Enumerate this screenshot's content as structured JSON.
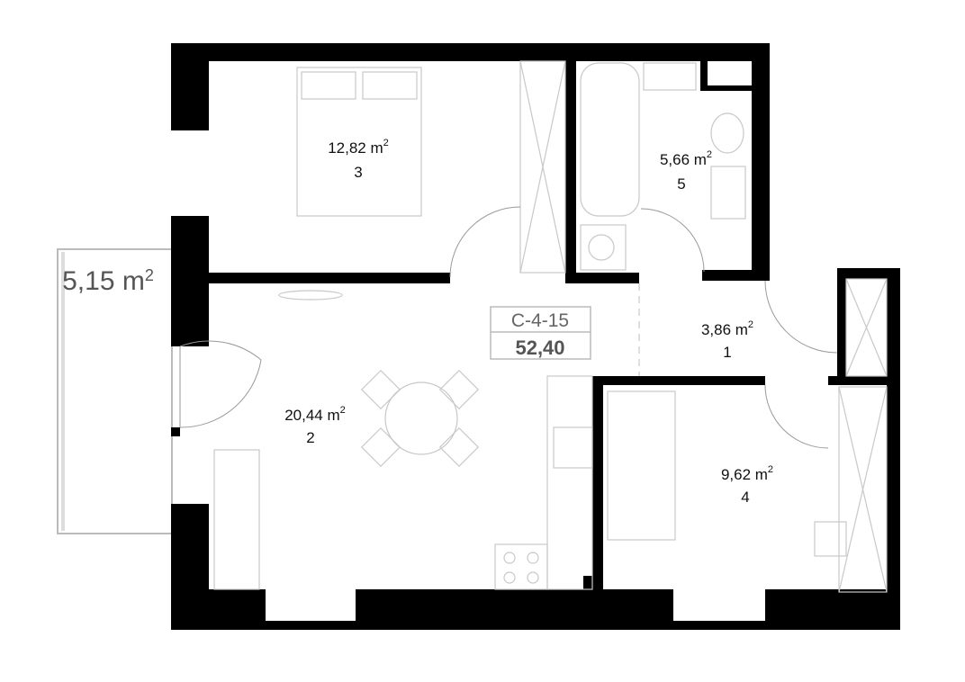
{
  "plan": {
    "unit_code": "C-4-15",
    "total_area": "52,40",
    "balcony": {
      "area": "5,15 m",
      "sup": "2"
    },
    "rooms": [
      {
        "area": "3,86  m",
        "sup": "2",
        "number": "1"
      },
      {
        "area": "20,44  m",
        "sup": "2",
        "number": "2"
      },
      {
        "area": "12,82  m",
        "sup": "2",
        "number": "3"
      },
      {
        "area": "9,62  m",
        "sup": "2",
        "number": "4"
      },
      {
        "area": "5,66  m",
        "sup": "2",
        "number": "5"
      }
    ]
  }
}
